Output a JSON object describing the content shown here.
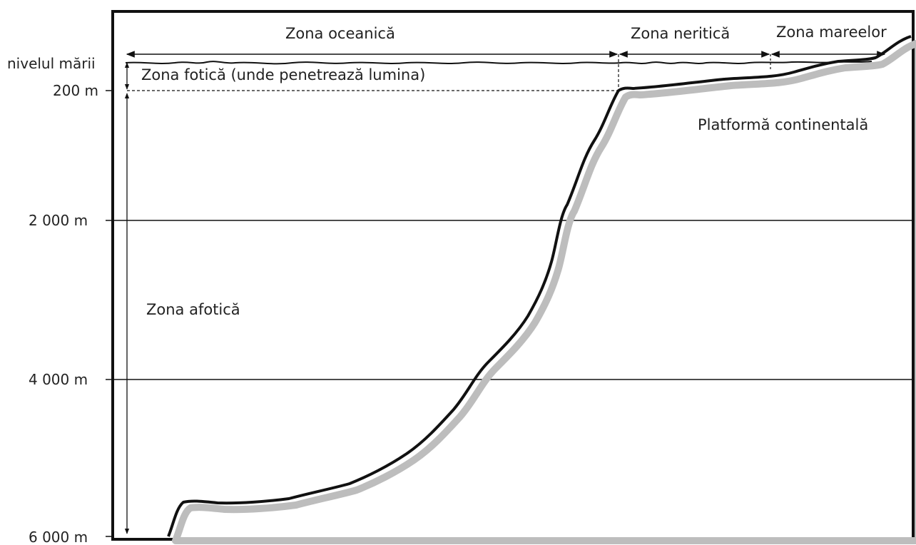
{
  "depth_labels": {
    "sea_level": "nivelul mării",
    "d200": "200 m",
    "d2000": "2 000 m",
    "d4000": "4 000 m",
    "d6000": "6 000 m"
  },
  "zones": {
    "oceanic": "Zona oceanică",
    "neritic": "Zona neritică",
    "tidal": "Zona mareelor",
    "photic": "Zona fotică (unde penetrează lumina)",
    "aphotic": "Zona afotică"
  },
  "seabed": {
    "continental_shelf": "Platformă continentală"
  },
  "colors": {
    "ink": "#111111",
    "shadow": "#bdbdbd",
    "text": "#222222"
  }
}
